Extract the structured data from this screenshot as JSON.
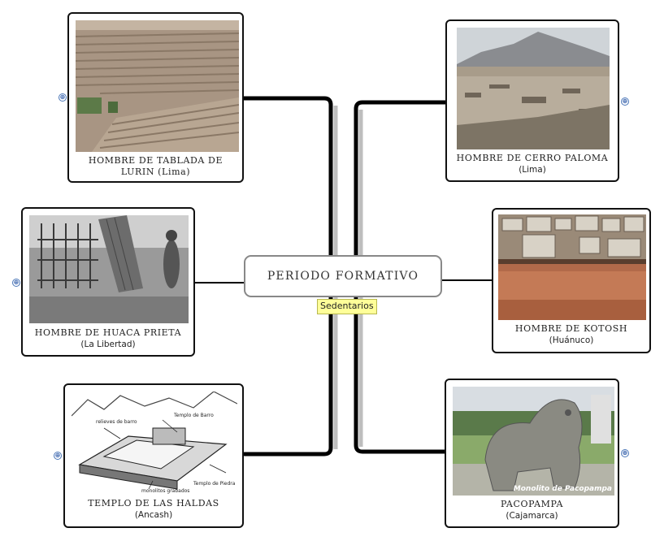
{
  "center": {
    "title": "PERIODO FORMATIVO",
    "label": "Sedentarios"
  },
  "nodes": {
    "tablada": {
      "title": "HOMBRE DE TABLADA DE LURIN (Lima)",
      "subtitle": "",
      "image": "pyramid-terraces-photo"
    },
    "huaca_prieta": {
      "title": "HOMBRE DE HUACA PRIETA",
      "subtitle": "(La Libertad)",
      "image": "reed-hut-photo"
    },
    "haldas": {
      "title": "TEMPLO DE LAS HALDAS",
      "subtitle": "(Ancash)",
      "image": "temple-illustration",
      "annotations": [
        "relieves de barro",
        "Templo de Barro",
        "monolitos grabados",
        "Templo de Piedra"
      ]
    },
    "cerro_paloma": {
      "title": "HOMBRE DE CERRO PALOMA",
      "subtitle": "(Lima)",
      "image": "desert-ruins-photo"
    },
    "kotosh": {
      "title": "HOMBRE DE KOTOSH",
      "subtitle": "(Huánuco)",
      "image": "stone-wall-photo"
    },
    "pacopampa": {
      "title": "PACOPAMPA",
      "subtitle": "(Cajamarca)",
      "image": "monolith-photo",
      "image_caption": "Monolito de Pacopampa"
    }
  },
  "expander_symbol": "⊕",
  "colors": {
    "connector": "#000000",
    "label_bg": "#ffff99",
    "center_border": "#888888"
  }
}
